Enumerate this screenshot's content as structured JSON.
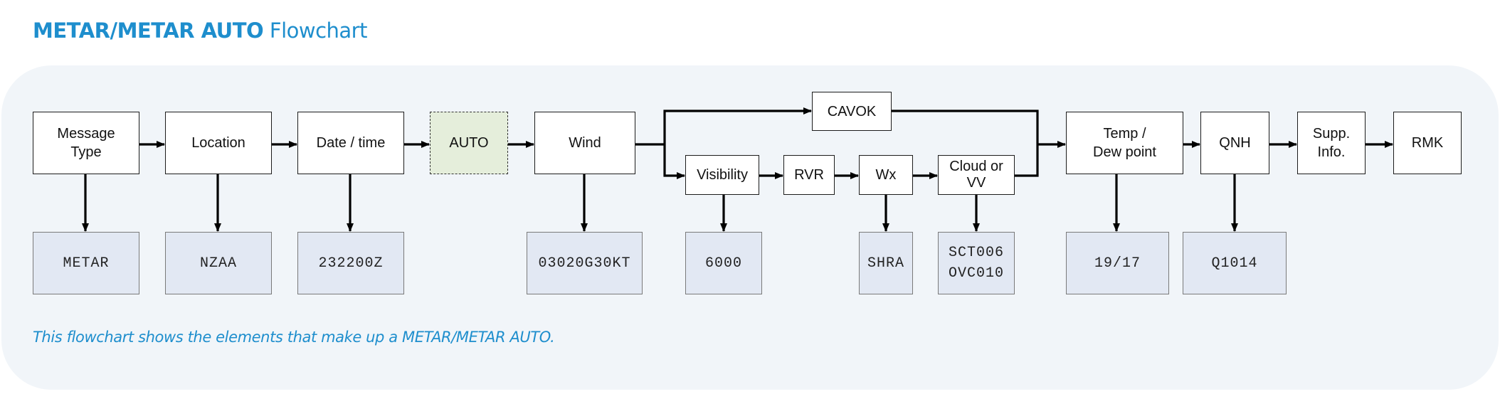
{
  "header": {
    "title_bold": "METAR/METAR AUTO",
    "title_rest": " Flowchart"
  },
  "flow": {
    "message_type": "Message\nType",
    "location": "Location",
    "date_time": "Date / time",
    "auto": "AUTO",
    "wind": "Wind",
    "cavok": "CAVOK",
    "visibility": "Visibility",
    "rvr": "RVR",
    "wx": "Wx",
    "cloud_vv": "Cloud or\nVV",
    "temp_dew": "Temp /\nDew point",
    "qnh": "QNH",
    "supp_info": "Supp.\nInfo.",
    "rmk": "RMK"
  },
  "examples": {
    "message_type": "METAR",
    "location": "NZAA",
    "date_time": "232200Z",
    "wind": "03020G30KT",
    "visibility": "6000",
    "wx": "SHRA",
    "cloud": "SCT006\nOVC010",
    "temp_dew": "19/17",
    "qnh": "Q1014"
  },
  "caption": "This flowchart shows the elements that make up a METAR/METAR AUTO.",
  "colors": {
    "title_blue": "#1e8ecd",
    "panel_bg": "#f1f5f9",
    "auto_fill": "#e5eedb",
    "value_fill": "#e2e8f3"
  }
}
